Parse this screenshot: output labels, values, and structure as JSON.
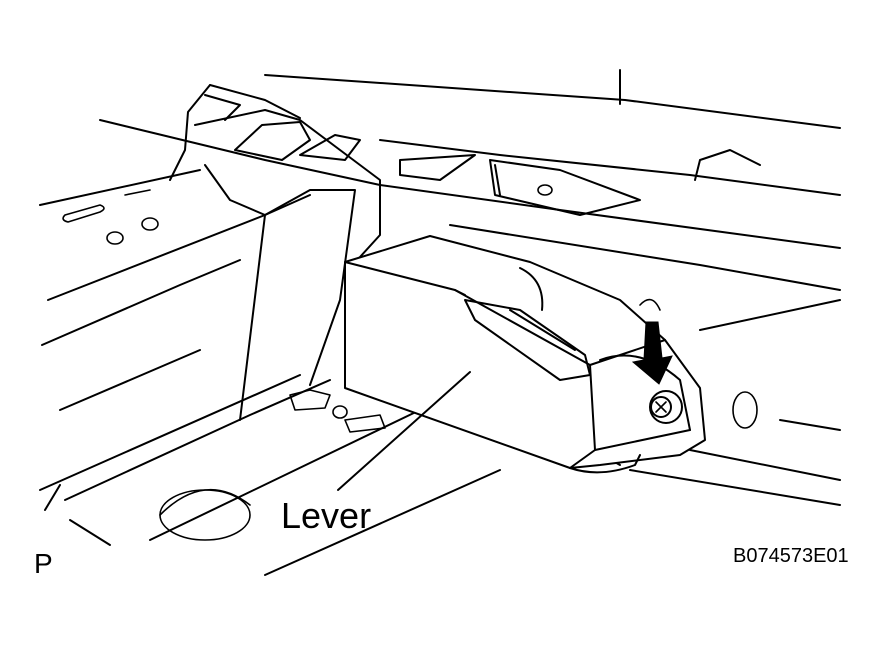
{
  "labels": {
    "part_name": "Lever",
    "view_marker": "P",
    "figure_code": "B074573E01"
  },
  "icons": {
    "direction_arrow": "down-arrow-icon",
    "bolt": "bolt-icon"
  },
  "colors": {
    "ink": "#000000",
    "paper": "#ffffff"
  }
}
